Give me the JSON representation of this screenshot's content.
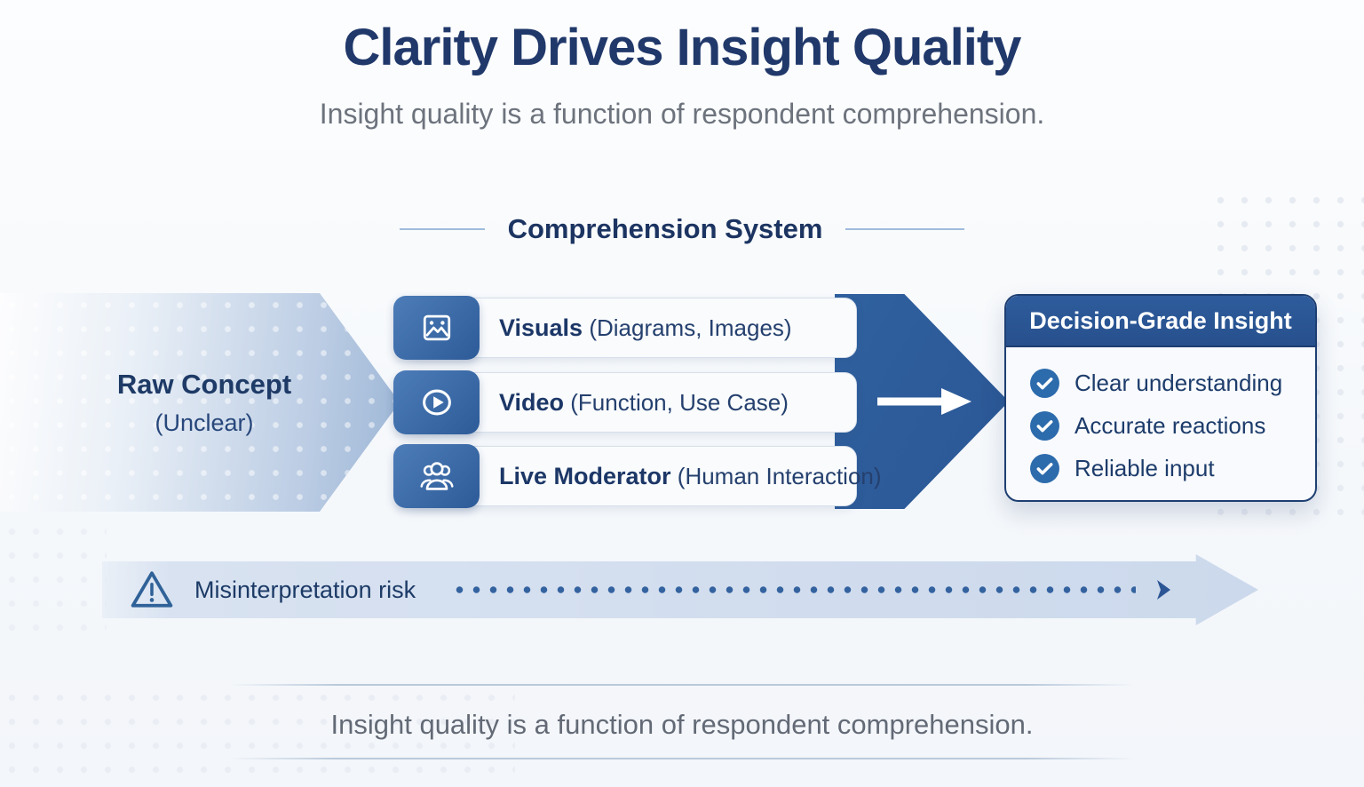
{
  "page": {
    "title": "Clarity Drives Insight Quality",
    "subtitle": "Insight quality is a function of respondent comprehension.",
    "footer": "Insight quality is a function of respondent comprehension."
  },
  "system": {
    "label": "Comprehension System",
    "input": {
      "title": "Raw Concept",
      "subtitle": "(Unclear)"
    },
    "channels": [
      {
        "icon": "image-icon",
        "title": "Visuals",
        "detail": "(Diagrams, Images)"
      },
      {
        "icon": "play-icon",
        "title": "Video",
        "detail": "(Function, Use Case)"
      },
      {
        "icon": "people-icon",
        "title": "Live Moderator",
        "detail": "(Human Interaction)"
      }
    ],
    "output": {
      "title": "Decision-Grade Insight",
      "items": [
        "Clear understanding",
        "Accurate reactions",
        "Reliable input"
      ]
    }
  },
  "risk": {
    "label": "Misinterpretation risk",
    "icon": "warning-icon"
  },
  "colors": {
    "title_navy": "#20386a",
    "text_navy": "#1c3767",
    "accent_blue": "#2d5c9e",
    "tile_blue_light": "#4d7db9",
    "tile_blue_dark": "#2d5b98",
    "card_header_blue": "#2b5593",
    "card_border_navy": "#1e3f72",
    "check_circle_blue": "#2c6bac",
    "risk_bar_light_blue": "#ccd9ec",
    "risk_dot_blue": "#33629f",
    "subtitle_gray": "#6d737d",
    "footer_gray": "#636a76"
  }
}
